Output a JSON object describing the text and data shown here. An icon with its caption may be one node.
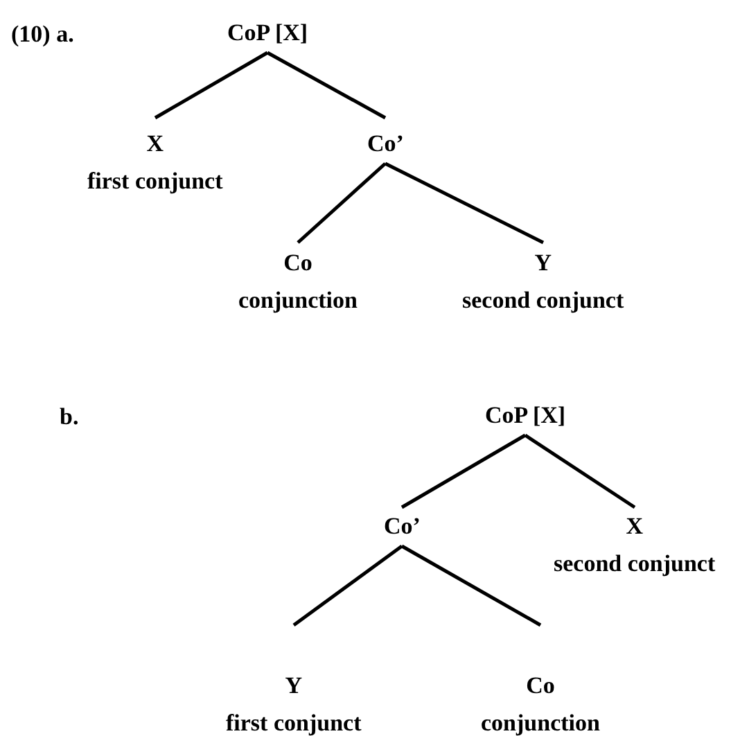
{
  "diagram": {
    "nodes": [
      {
        "text": [
          "CoP [X]"
        ]
      },
      {
        "text": [
          "X",
          "first conjunct"
        ]
      },
      {
        "text": [
          "Co’"
        ]
      },
      {
        "text": [
          "Co",
          "conjunction"
        ]
      },
      {
        "text": [
          "Y",
          "second conjunct"
        ]
      },
      {
        "text": [
          "CoP [X]"
        ]
      },
      {
        "text": [
          "Co’"
        ]
      },
      {
        "text": [
          "X",
          "second conjunct"
        ]
      },
      {
        "text": [
          "Y",
          "first conjunct"
        ]
      },
      {
        "text": [
          "Co",
          "conjunction"
        ]
      }
    ],
    "edges": [
      {
        "from": 0,
        "to": 1,
        "arrow": "none"
      },
      {
        "from": 0,
        "to": 2,
        "arrow": "none"
      },
      {
        "from": 2,
        "to": 3,
        "arrow": "none"
      },
      {
        "from": 2,
        "to": 4,
        "arrow": "none"
      },
      {
        "from": 5,
        "to": 6,
        "arrow": "none"
      },
      {
        "from": 5,
        "to": 7,
        "arrow": "none"
      },
      {
        "from": 6,
        "to": 8,
        "arrow": "none"
      },
      {
        "from": 6,
        "to": 9,
        "arrow": "none"
      }
    ],
    "labels": [
      "(10) a.",
      "b."
    ]
  }
}
